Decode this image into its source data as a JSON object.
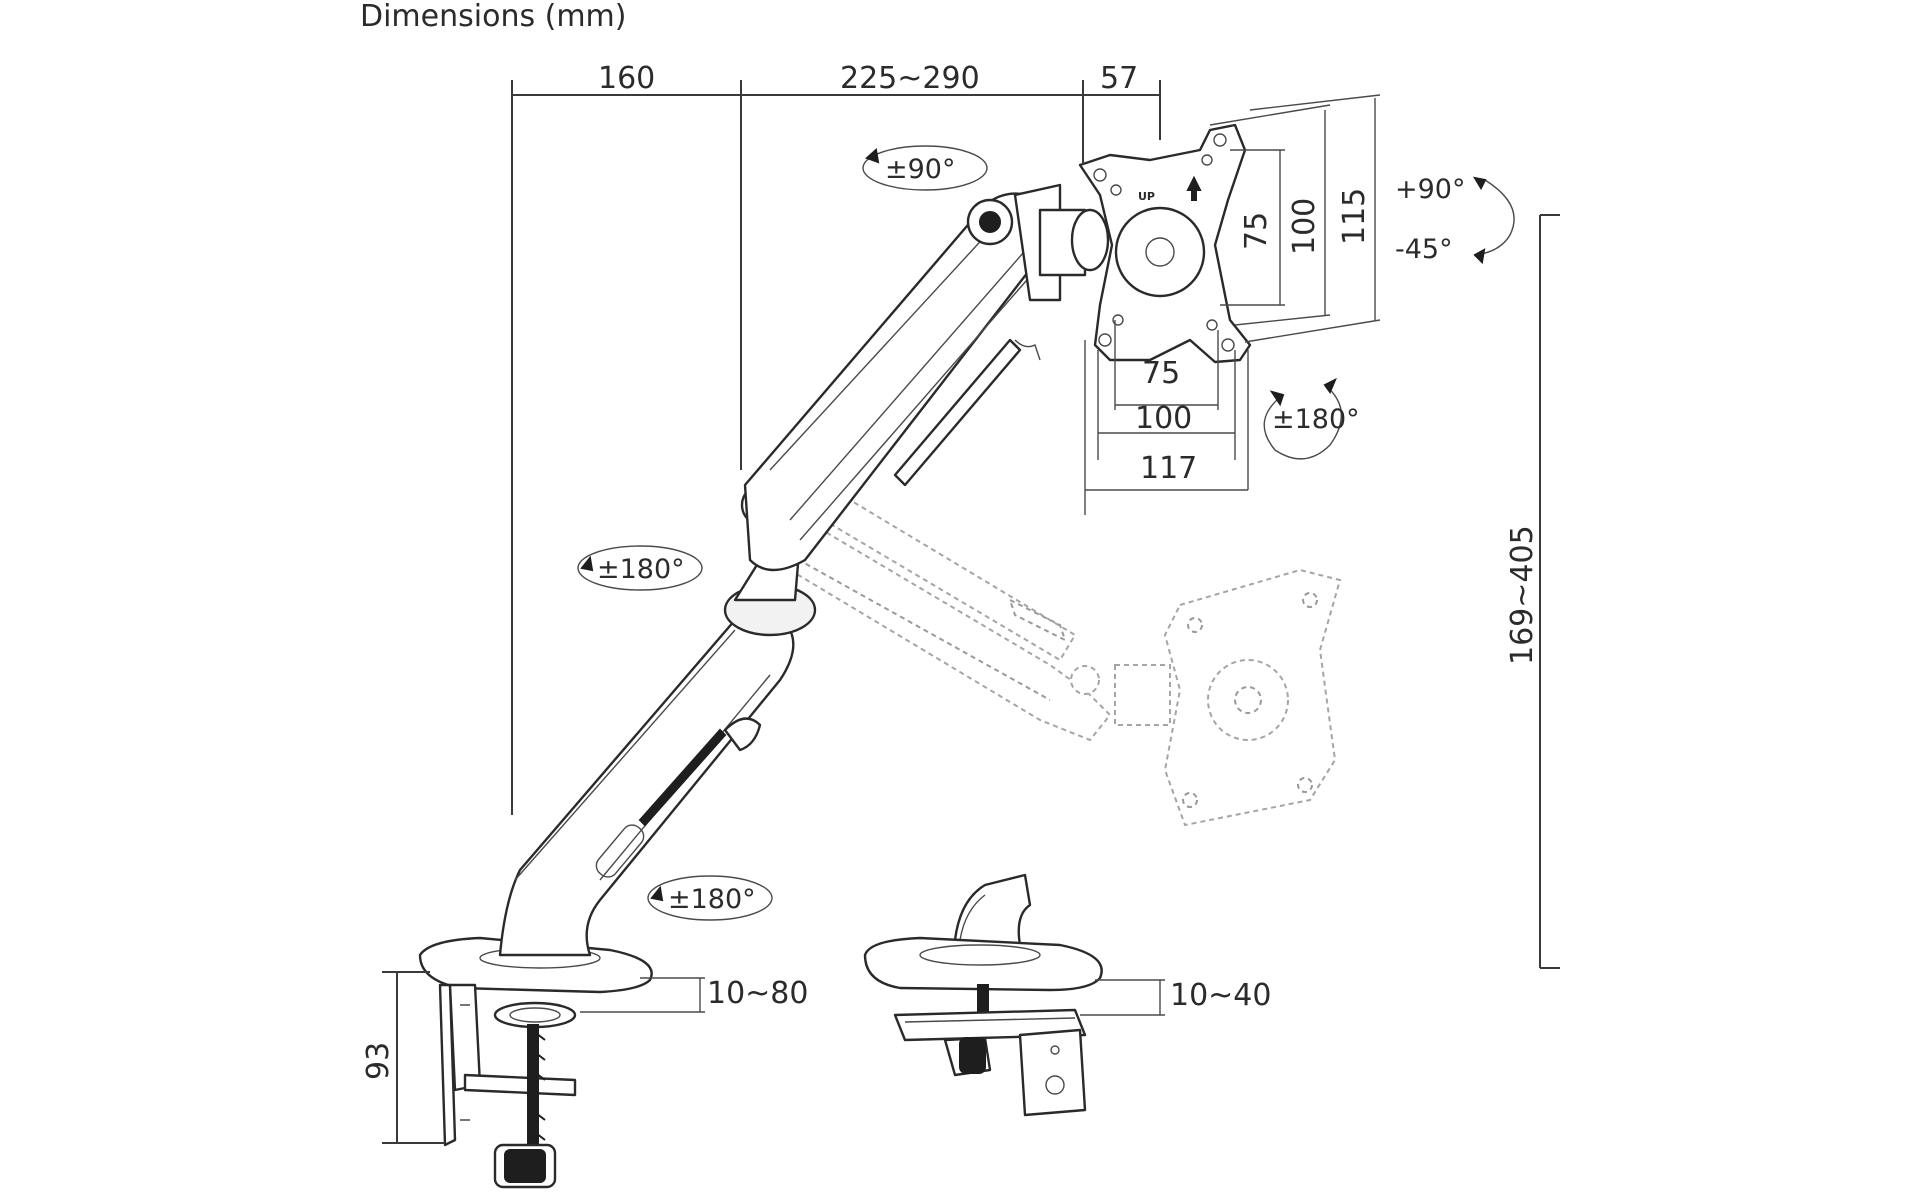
{
  "title": "Dimensions (mm)",
  "dimensions": {
    "top_left": "160",
    "top_middle": "225~290",
    "top_right": "57",
    "vesa_v_inner": "75",
    "vesa_v_outer": "100",
    "plate_height": "115",
    "vesa_h_inner": "75",
    "vesa_h_outer": "100",
    "plate_width": "117",
    "height_range": "169~405",
    "clamp_height": "93",
    "clamp_range": "10~80",
    "grommet_range": "10~40"
  },
  "rotations": {
    "upper_arm": "±90°",
    "elbow": "±180°",
    "base": "±180°",
    "plate": "±180°",
    "tilt_up": "+90°",
    "tilt_down": "-45°"
  },
  "plate_marking": "UP",
  "colors": {
    "line": "#2a2a2a",
    "ghost": "#9a9a9a",
    "background": "#ffffff"
  }
}
